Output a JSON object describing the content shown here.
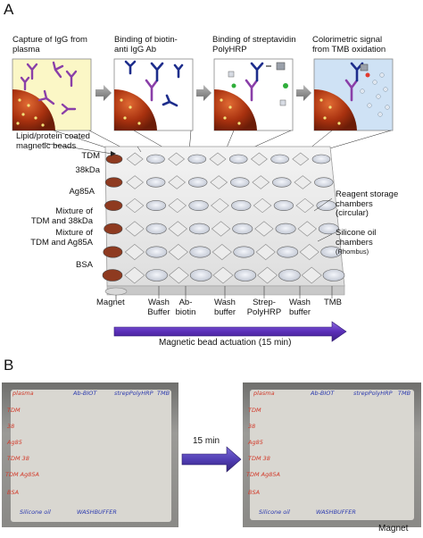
{
  "panels": {
    "a": "A",
    "b": "B"
  },
  "stages": [
    {
      "title_lines": [
        "Capture of IgG from",
        "plasma"
      ]
    },
    {
      "title_lines": [
        "Binding of biotin-",
        "anti IgG Ab"
      ]
    },
    {
      "title_lines": [
        "Binding of streptavidin",
        "PolyHRP"
      ]
    },
    {
      "title_lines": [
        "Colorimetric signal",
        "from TMB oxidation"
      ]
    }
  ],
  "bead_label_lines": [
    "Lipid/protein coated",
    "magnetic beads"
  ],
  "row_labels": [
    {
      "lines": [
        "TDM"
      ]
    },
    {
      "lines": [
        "38kDa"
      ]
    },
    {
      "lines": [
        "Ag85A"
      ]
    },
    {
      "lines": [
        "Mixture of",
        "TDM and 38kDa"
      ]
    },
    {
      "lines": [
        "Mixture of",
        "TDM and Ag85A"
      ]
    },
    {
      "lines": [
        "BSA"
      ]
    }
  ],
  "right_labels": {
    "reagent_lines": [
      "Reagent storage",
      "chambers",
      "(circular)"
    ],
    "oil_lines": [
      "Silicone oil",
      "chambers"
    ],
    "rhombus": "(Rhombus)"
  },
  "bottom_labels": [
    {
      "lines": [
        "Magnet"
      ]
    },
    {
      "lines": [
        "Wash",
        "Buffer"
      ]
    },
    {
      "lines": [
        "Ab-",
        "biotin"
      ]
    },
    {
      "lines": [
        "Wash",
        "buffer"
      ]
    },
    {
      "lines": [
        "Strep-",
        "PolyHRP"
      ]
    },
    {
      "lines": [
        "Wash",
        "buffer"
      ]
    },
    {
      "lines": [
        "TMB"
      ]
    }
  ],
  "actuation_label": "Magnetic bead actuation (15 min)",
  "time_arrow_label": "15 min",
  "magnet_label": "Magnet",
  "photo_annotations": {
    "left": {
      "top": [
        "plasma",
        "Ab-BIOT",
        "strepPolyHRP",
        "TMB"
      ],
      "rows": [
        "TDM",
        "38",
        "Ag85",
        "TDM 38",
        "TDM Ag85A",
        "BSA"
      ],
      "bottom": [
        "Silicone oil",
        "WASHBUFFER"
      ]
    },
    "right": {
      "top": [
        "plasma",
        "Ab-BIOT",
        "strepPolyHRP",
        "TMB"
      ],
      "rows": [
        "TDM",
        "38",
        "Ag85",
        "TDM 38",
        "TDM Ag85A",
        "BSA"
      ],
      "bottom": [
        "Silicone oil",
        "WASHBUFFER"
      ]
    }
  },
  "colors": {
    "stage1_bg": "#fbf7c6",
    "stage4_bg": "#cfe2f5",
    "actuation_arrow": "#6a3fc6",
    "antibody_purple": "#8a3fa8",
    "antibody_navy": "#1d2d8c",
    "bead": "#b23a16",
    "tmb_signal": "#3fb6b8",
    "plasma_red": "#c54a34"
  }
}
